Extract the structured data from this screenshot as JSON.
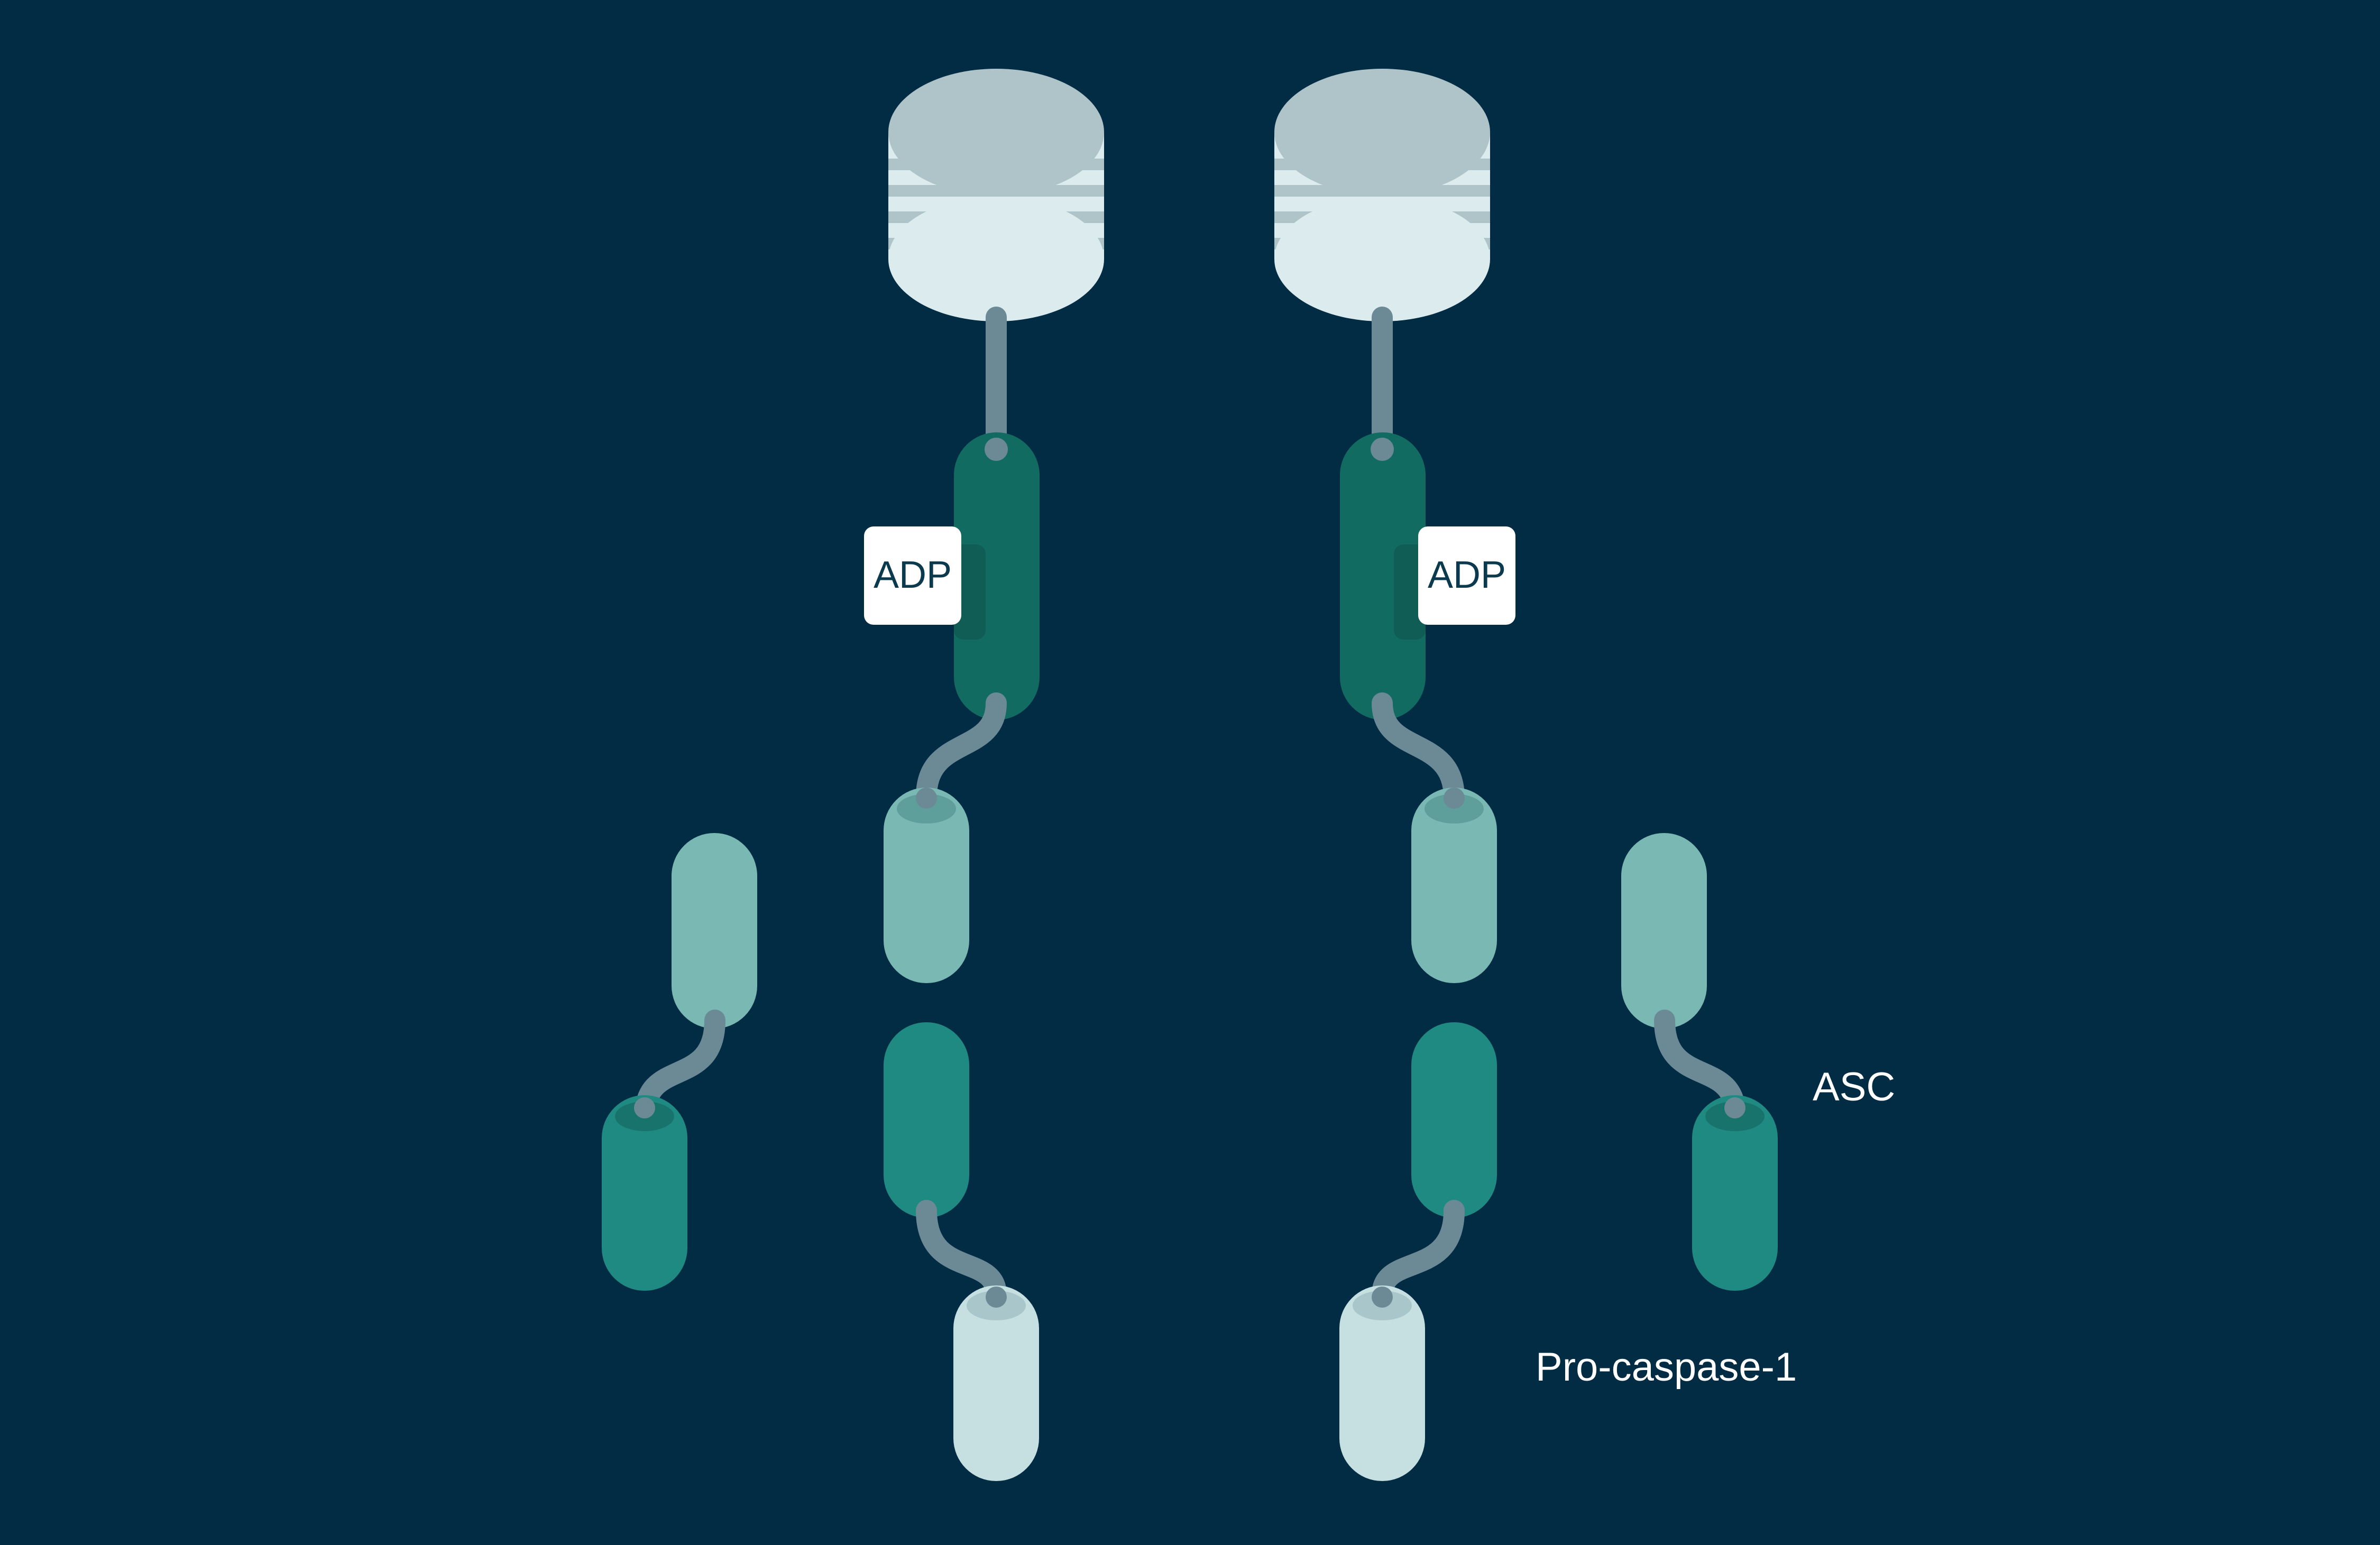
{
  "colors": {
    "background": "#022c44",
    "disk_top": "#aec4c9",
    "disk_band_light": "#dcecee",
    "disk_band_dark": "#aec4c9",
    "linker": "#6b8a96",
    "nacht_dark_green": "#126b61",
    "asc_light_teal": "#7ab8b4",
    "asc_mid_teal": "#1f8a82",
    "caspase_pale": "#c6dfe1",
    "badge_fill": "#ffffff",
    "label_text": "#ffffff"
  },
  "badges": {
    "left": "ADP",
    "right": "ADP"
  },
  "labels": {
    "asc": "ASC",
    "pro_caspase": "Pro-caspase-1"
  }
}
